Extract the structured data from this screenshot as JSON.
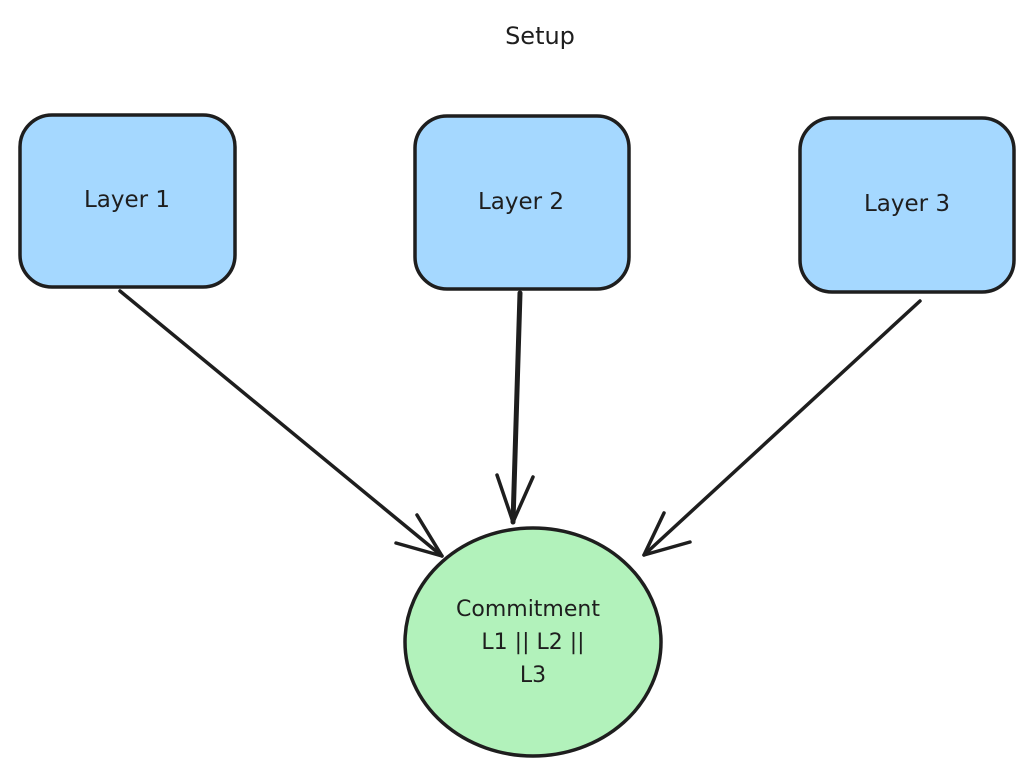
{
  "title": "Setup",
  "layers": [
    {
      "id": "layer-1",
      "label": "Layer 1"
    },
    {
      "id": "layer-2",
      "label": "Layer 2"
    },
    {
      "id": "layer-3",
      "label": "Layer 3"
    }
  ],
  "commitment": {
    "lines": [
      "Commitment",
      "L1 || L2 ||",
      "L3"
    ]
  },
  "colors": {
    "layer_fill": "#a5d8ff",
    "commitment_fill": "#b2f2bb",
    "stroke": "#1e1e1e",
    "background": "#ffffff"
  }
}
